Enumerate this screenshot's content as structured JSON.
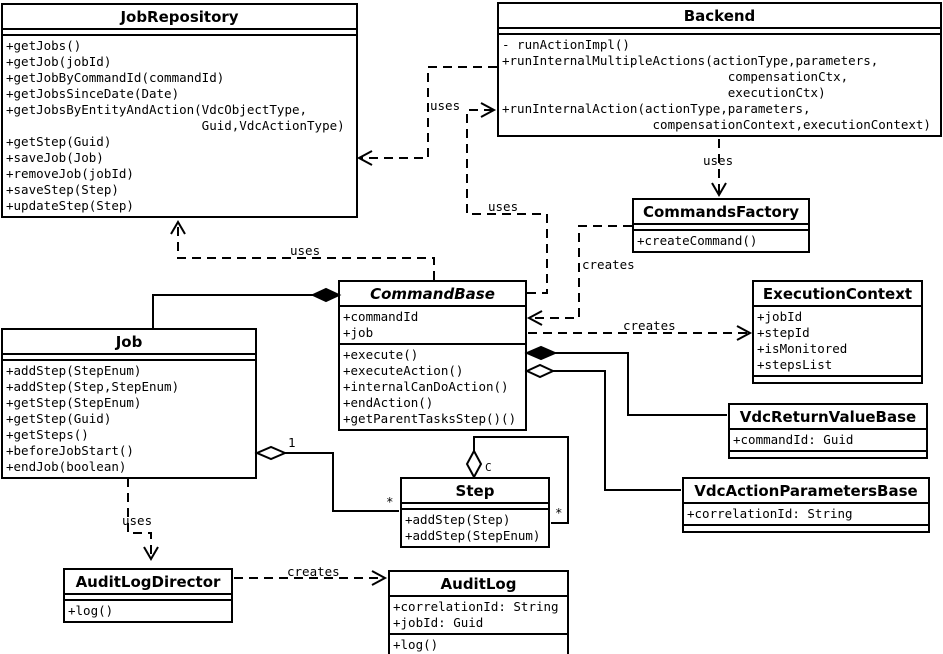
{
  "colors": {
    "line": "#000000",
    "background": "#ffffff"
  },
  "classes": {
    "jobRepository": {
      "title": "JobRepository",
      "attributes": [],
      "methods": [
        "+getJobs()",
        "+getJob(jobId)",
        "+getJobByCommandId(commandId)",
        "+getJobsSinceDate(Date)",
        "+getJobsByEntityAndAction(VdcObjectType,",
        "                          Guid,VdcActionType)",
        "+getStep(Guid)",
        "+saveJob(Job)",
        "+removeJob(jobId)",
        "+saveStep(Step)",
        "+updateStep(Step)"
      ]
    },
    "backend": {
      "title": "Backend",
      "attributes": [],
      "methods": [
        "- runActionImpl()",
        "+runInternalMultipleActions(actionType,parameters,",
        "                              compensationCtx,",
        "                              executionCtx)",
        "+runInternalAction(actionType,parameters,",
        "                    compensationContext,executionContext)"
      ]
    },
    "commandsFactory": {
      "title": "CommandsFactory",
      "attributes": [],
      "methods": [
        "+createCommand()"
      ]
    },
    "executionContext": {
      "title": "ExecutionContext",
      "attributes": [
        "+jobId",
        "+stepId",
        "+isMonitored",
        "+stepsList"
      ],
      "methods": []
    },
    "commandBase": {
      "title": "CommandBase",
      "attributes": [
        "+commandId",
        "+job"
      ],
      "methods": [
        "+execute()",
        "+executeAction()",
        "+internalCanDoAction()",
        "+endAction()",
        "+getParentTasksStep()()"
      ]
    },
    "job": {
      "title": "Job",
      "attributes": [],
      "methods": [
        "+addStep(StepEnum)",
        "+addStep(Step,StepEnum)",
        "+getStep(StepEnum)",
        "+getStep(Guid)",
        "+getSteps()",
        "+beforeJobStart()",
        "+endJob(boolean)"
      ]
    },
    "vdcReturnValueBase": {
      "title": "VdcReturnValueBase",
      "attributes": [
        "+commandId: Guid"
      ],
      "methods": []
    },
    "vdcActionParametersBase": {
      "title": "VdcActionParametersBase",
      "attributes": [
        "+correlationId: String"
      ],
      "methods": []
    },
    "step": {
      "title": "Step",
      "attributes": [],
      "methods": [
        "+addStep(Step)",
        "+addStep(StepEnum)"
      ]
    },
    "auditLogDirector": {
      "title": "AuditLogDirector",
      "attributes": [],
      "methods": [
        "+log()"
      ]
    },
    "auditLog": {
      "title": "AuditLog",
      "attributes": [
        "+correlationId: String",
        "+jobId: Guid"
      ],
      "methods": [
        "+log()"
      ]
    }
  },
  "edges": {
    "backend_uses_jobRepository": {
      "type": "dependency",
      "label": "uses"
    },
    "commandBase_uses_backend": {
      "type": "dependency",
      "label": "uses"
    },
    "commandBase_uses_jobRepository": {
      "type": "dependency",
      "label": "uses"
    },
    "backend_uses_commandsFactory": {
      "type": "dependency",
      "label": "uses"
    },
    "commandsFactory_creates_commandBase": {
      "type": "dependency",
      "label": "creates"
    },
    "commandBase_creates_executionContext": {
      "type": "dependency",
      "label": "creates"
    },
    "auditLogDirector_creates_auditLog": {
      "type": "dependency",
      "label": "creates"
    },
    "job_uses_auditLogDirector": {
      "type": "dependency",
      "label": "uses"
    },
    "commandBase_composes_job": {
      "type": "composition"
    },
    "job_aggregates_step": {
      "type": "aggregation",
      "source_multiplicity": "1",
      "target_multiplicity": "*"
    },
    "step_aggregates_step": {
      "type": "aggregation",
      "label": "C",
      "target_multiplicity": "*"
    },
    "commandBase_composes_vdcReturnValueBase": {
      "type": "composition"
    },
    "commandBase_aggregates_vdcActionParametersBase": {
      "type": "aggregation"
    }
  }
}
